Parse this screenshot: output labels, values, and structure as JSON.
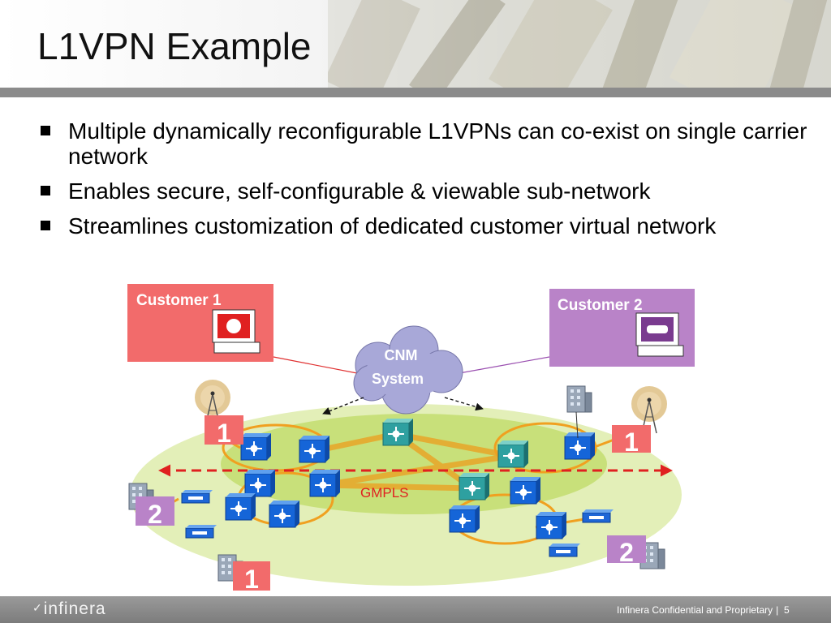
{
  "slide": {
    "title": "L1VPN Example",
    "bullets": [
      "Multiple dynamically reconfigurable L1VPNs can co-exist on single carrier network",
      "Enables secure, self-configurable & viewable sub-network",
      "Streamlines customization of dedicated customer virtual network"
    ]
  },
  "diagram": {
    "customer_1": "Customer 1",
    "customer_2": "Customer 2",
    "cnm_line1": "CNM",
    "cnm_line2": "System",
    "gmpls": "GMPLS",
    "vpn_1": "1",
    "vpn_2": "2"
  },
  "footer": {
    "logo": "infinera",
    "confidential": "Infinera Confidential and Proprietary",
    "separator": "|",
    "page": "5"
  },
  "colors": {
    "customer_1": "#f26b6b",
    "customer_2": "#b983c8",
    "cloud": "#9999cc",
    "network_green": "#c8e07a",
    "link_orange": "#f0a020",
    "gmpls_arrow": "#e02020"
  }
}
